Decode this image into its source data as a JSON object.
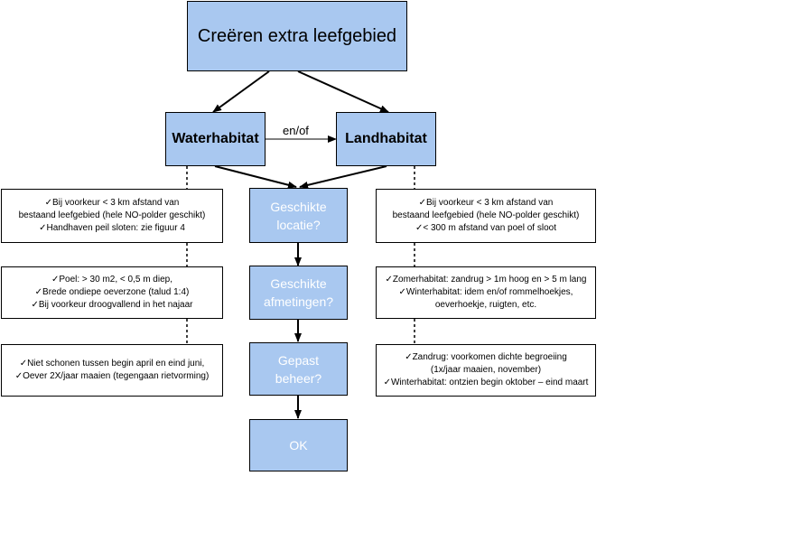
{
  "main": {
    "title": "Creëren extra leefgebied"
  },
  "water": {
    "label": "Waterhabitat"
  },
  "land": {
    "label": "Landhabitat"
  },
  "connector": {
    "label": "en/of"
  },
  "steps": [
    {
      "text": "Geschikte\nlocatie?"
    },
    {
      "text": "Geschikte\nafmetingen?"
    },
    {
      "text": "Gepast\nbeheer?"
    },
    {
      "text": "OK"
    }
  ],
  "left_notes": [
    {
      "lines": [
        "✓Bij voorkeur < 3 km afstand van",
        "bestaand leefgebied (hele NO-polder geschikt)",
        "✓Handhaven peil sloten: zie figuur 4"
      ]
    },
    {
      "lines": [
        "✓Poel: > 30 m2, < 0,5 m diep,",
        "✓Brede ondiepe oeverzone (talud 1:4)",
        "✓Bij voorkeur droogvallend in het najaar"
      ]
    },
    {
      "lines": [
        "✓Niet schonen tussen begin april en eind juni,",
        "✓Oever 2X/jaar maaien (tegengaan rietvorming)"
      ]
    }
  ],
  "right_notes": [
    {
      "lines": [
        "✓Bij voorkeur < 3 km afstand van",
        "bestaand leefgebied (hele NO-polder geschikt)",
        "✓< 300 m afstand van poel of sloot"
      ]
    },
    {
      "lines": [
        "✓Zomerhabitat: zandrug > 1m hoog en > 5 m lang",
        "✓Winterhabitat: idem en/of rommelhoekjes,",
        "oeverhoekje, ruigten, etc."
      ]
    },
    {
      "lines": [
        "✓Zandrug: voorkomen dichte begroeiing",
        "(1x/jaar maaien, november)",
        "✓Winterhabitat: ontzien begin oktober – eind maart"
      ]
    }
  ]
}
